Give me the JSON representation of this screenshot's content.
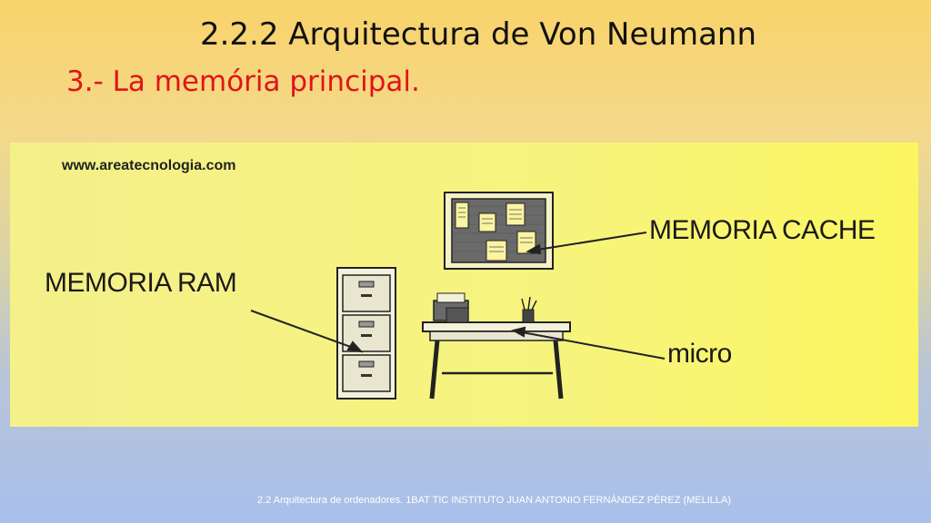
{
  "slide": {
    "title": "2.2.2 Arquitectura de Von Neumann",
    "subtitle": "3.- La memória principal."
  },
  "illustration": {
    "watermark": "www.areatecnologia.com",
    "labels": {
      "ram": "MEMORIA RAM",
      "cache": "MEMORIA CACHE",
      "micro": "micro"
    },
    "icons": [
      "filing-cabinet-icon",
      "bulletin-board-icon",
      "desk-icon"
    ]
  },
  "footer": {
    "text": "2.2 Arquitectura de ordenadores.    1BAT TIC INSTITUTO JUAN ANTONIO FERNÁNDEZ PÉREZ (MELILLA)"
  }
}
